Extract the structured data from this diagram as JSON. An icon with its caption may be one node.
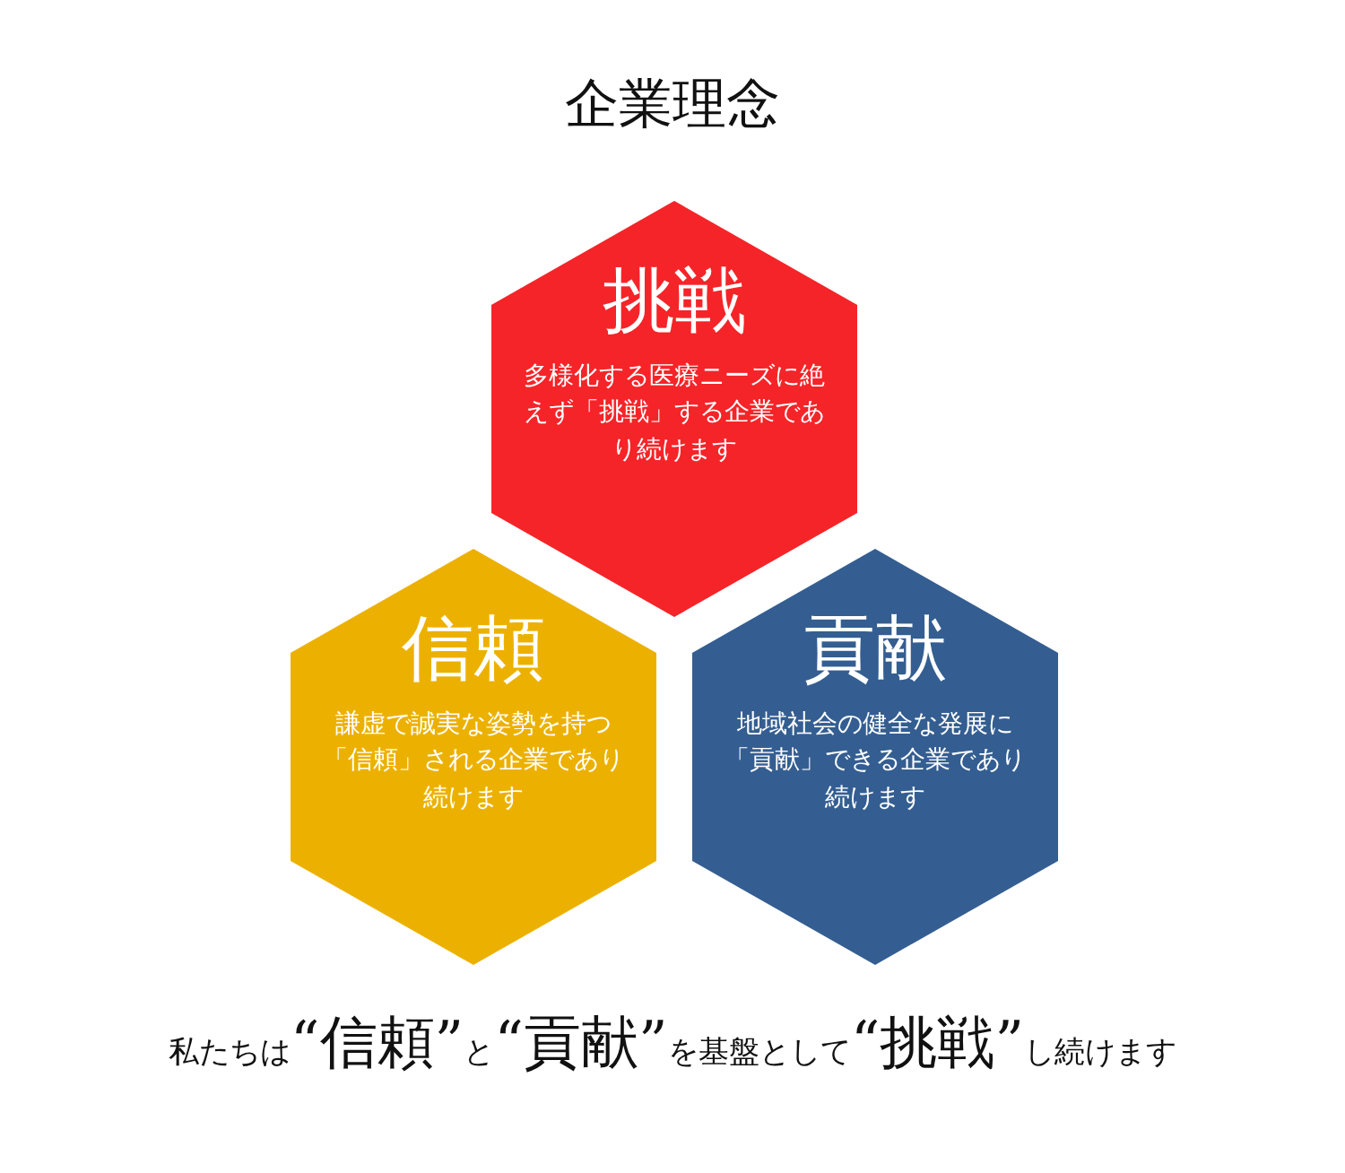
{
  "diagram": {
    "title": "企業理念",
    "nodes": [
      {
        "text": [
          "挑戦",
          "多様化する医療ニーズに絶えず「挑戦」する企業であり続けます"
        ]
      },
      {
        "text": [
          "信頼",
          "謙虚で誠実な姿勢を持つ「信頼」される企業であり続けます"
        ]
      },
      {
        "text": [
          "貢献",
          "地域社会の健全な発展に「貢献」できる企業であり続けます"
        ]
      }
    ],
    "labels": [
      "私たちは**“信頼”**と**“貢献”**を基盤として**“挑戦”**し続けます"
    ]
  }
}
